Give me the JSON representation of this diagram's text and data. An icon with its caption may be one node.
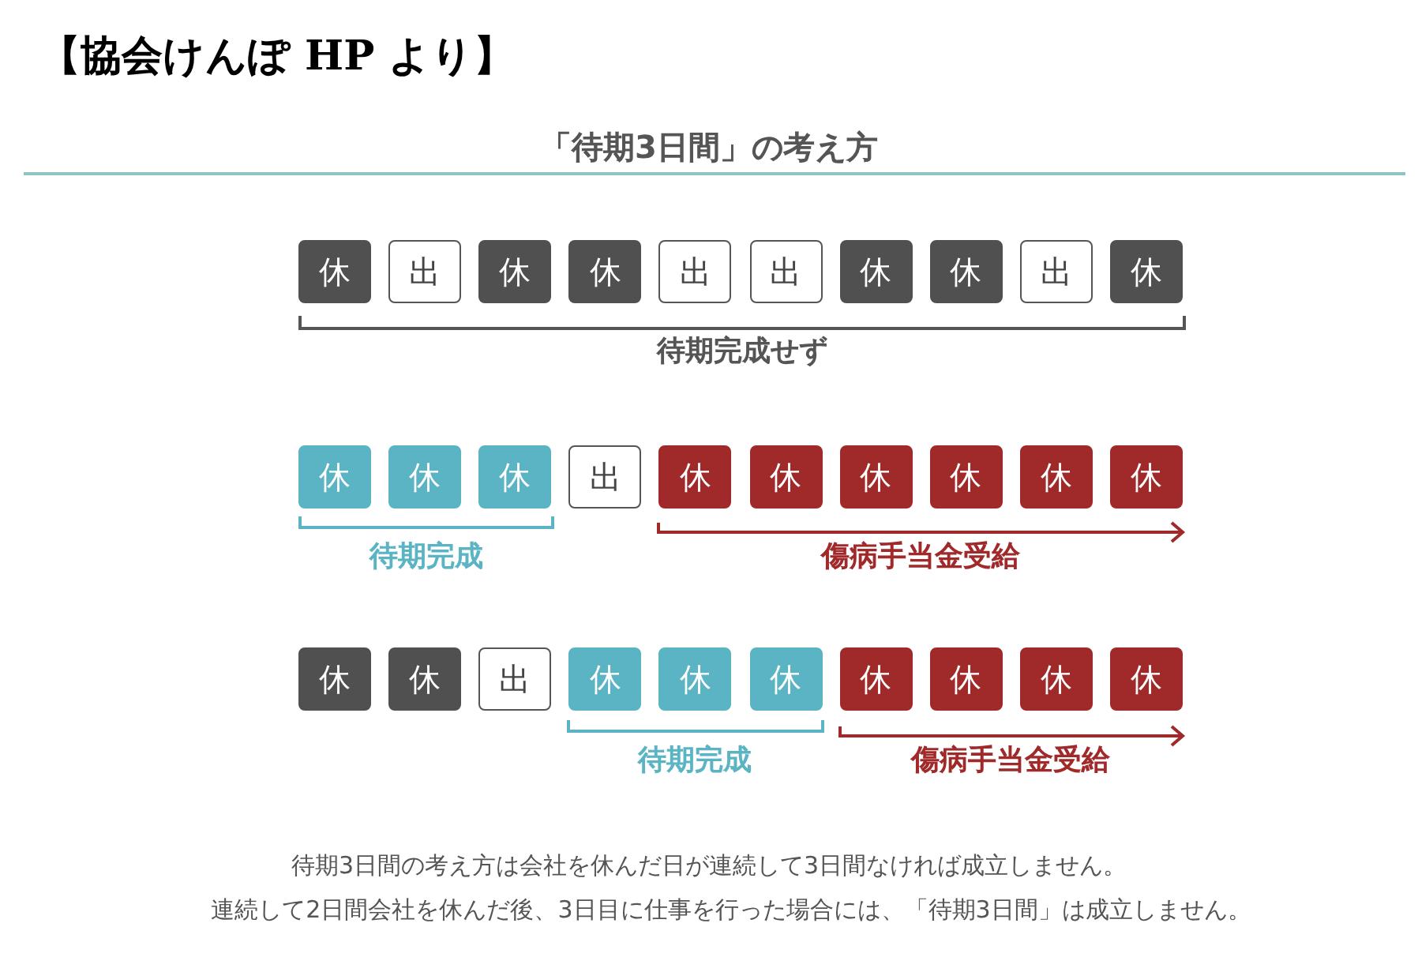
{
  "diagram": {
    "title": "「待期3日間」の考え方",
    "nodes": [
      {
        "text": [
          "休"
        ]
      },
      {
        "text": [
          "出"
        ]
      },
      {
        "text": [
          "休"
        ]
      },
      {
        "text": [
          "休"
        ]
      },
      {
        "text": [
          "出"
        ]
      },
      {
        "text": [
          "出"
        ]
      },
      {
        "text": [
          "休"
        ]
      },
      {
        "text": [
          "休"
        ]
      },
      {
        "text": [
          "出"
        ]
      },
      {
        "text": [
          "休"
        ]
      },
      {
        "text": [
          "休"
        ]
      },
      {
        "text": [
          "休"
        ]
      },
      {
        "text": [
          "休"
        ]
      },
      {
        "text": [
          "出"
        ]
      },
      {
        "text": [
          "休"
        ]
      },
      {
        "text": [
          "休"
        ]
      },
      {
        "text": [
          "休"
        ]
      },
      {
        "text": [
          "休"
        ]
      },
      {
        "text": [
          "休"
        ]
      },
      {
        "text": [
          "休"
        ]
      },
      {
        "text": [
          "休"
        ]
      },
      {
        "text": [
          "休"
        ]
      },
      {
        "text": [
          "出"
        ]
      },
      {
        "text": [
          "休"
        ]
      },
      {
        "text": [
          "休"
        ]
      },
      {
        "text": [
          "休"
        ]
      },
      {
        "text": [
          "休"
        ]
      },
      {
        "text": [
          "休"
        ]
      },
      {
        "text": [
          "休"
        ]
      },
      {
        "text": [
          "休"
        ]
      }
    ],
    "edges": [],
    "labels": [
      "【協会けんぽ HP より】",
      "待期完成せず",
      "待期完成",
      "傷病手当金受給",
      "待期完成",
      "傷病手当金受給",
      "待期3日間の考え方は会社を休んだ日が連続して3日間なければ成立しません。",
      "連続して2日間会社を休んだ後、3日目に仕事を行った場合には、「待期3日間」は成立しません。"
    ]
  }
}
